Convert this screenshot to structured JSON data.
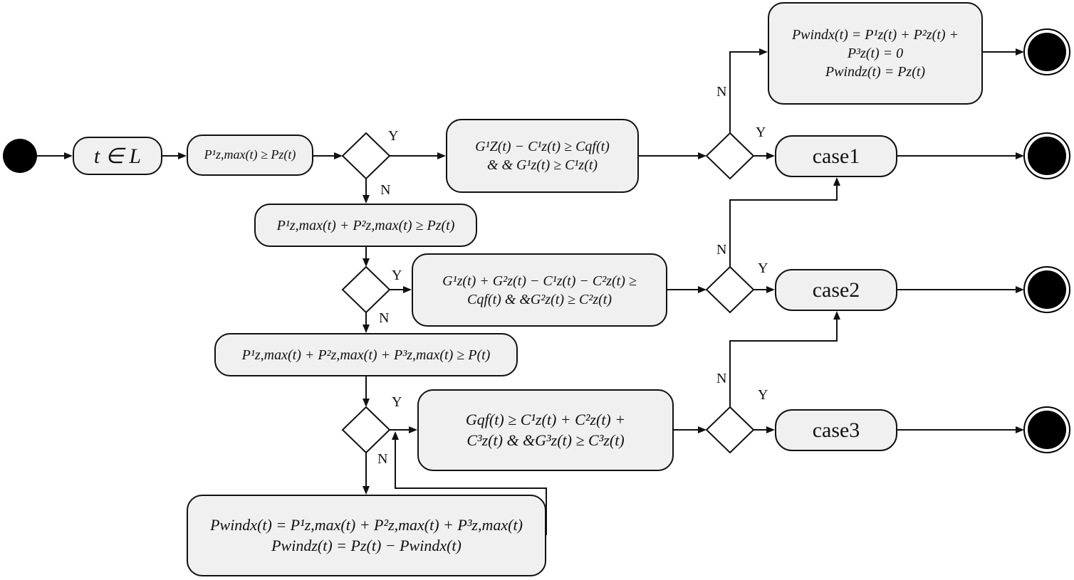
{
  "colors": {
    "node_fill": "#f0f0f0",
    "stroke": "#111111",
    "terminal": "#000000"
  },
  "nodes": {
    "start_condition": "t ∈ L",
    "check1": "P¹z,max(t) ≥ Pz(t)",
    "cond1": {
      "line1": "G¹Z(t) − C¹z(t) ≥ Cqf(t)",
      "line2": "& & G¹z(t) ≥ C¹z(t)"
    },
    "check2": "P¹z,max(t) + P²z,max(t) ≥ Pz(t)",
    "cond2": {
      "line1": "G¹z(t) + G²z(t) − C¹z(t) − C²z(t) ≥",
      "line2": "Cqf(t) & &G²z(t) ≥ C²z(t)"
    },
    "check3": "P¹z,max(t) + P²z,max(t) + P³z,max(t) ≥ P(t)",
    "cond3": {
      "line1": "Gqf(t) ≥ C¹z(t) + C²z(t) +",
      "line2": "C³z(t) & &G³z(t) ≥ C³z(t)"
    },
    "top_result": {
      "line1": "Pwindx(t) = P¹z(t) + P²z(t) +",
      "line2": "P³z(t) = 0",
      "line3": "Pwindz(t) = Pz(t)"
    },
    "bottom_result": {
      "line1": "Pwindx(t) = P¹z,max(t) + P²z,max(t) + P³z,max(t)",
      "line2": "Pwindz(t) = Pz(t) − Pwindx(t)"
    },
    "case1": "case1",
    "case2": "case2",
    "case3": "case3"
  },
  "edge_labels": {
    "yes": "Y",
    "no": "N"
  }
}
